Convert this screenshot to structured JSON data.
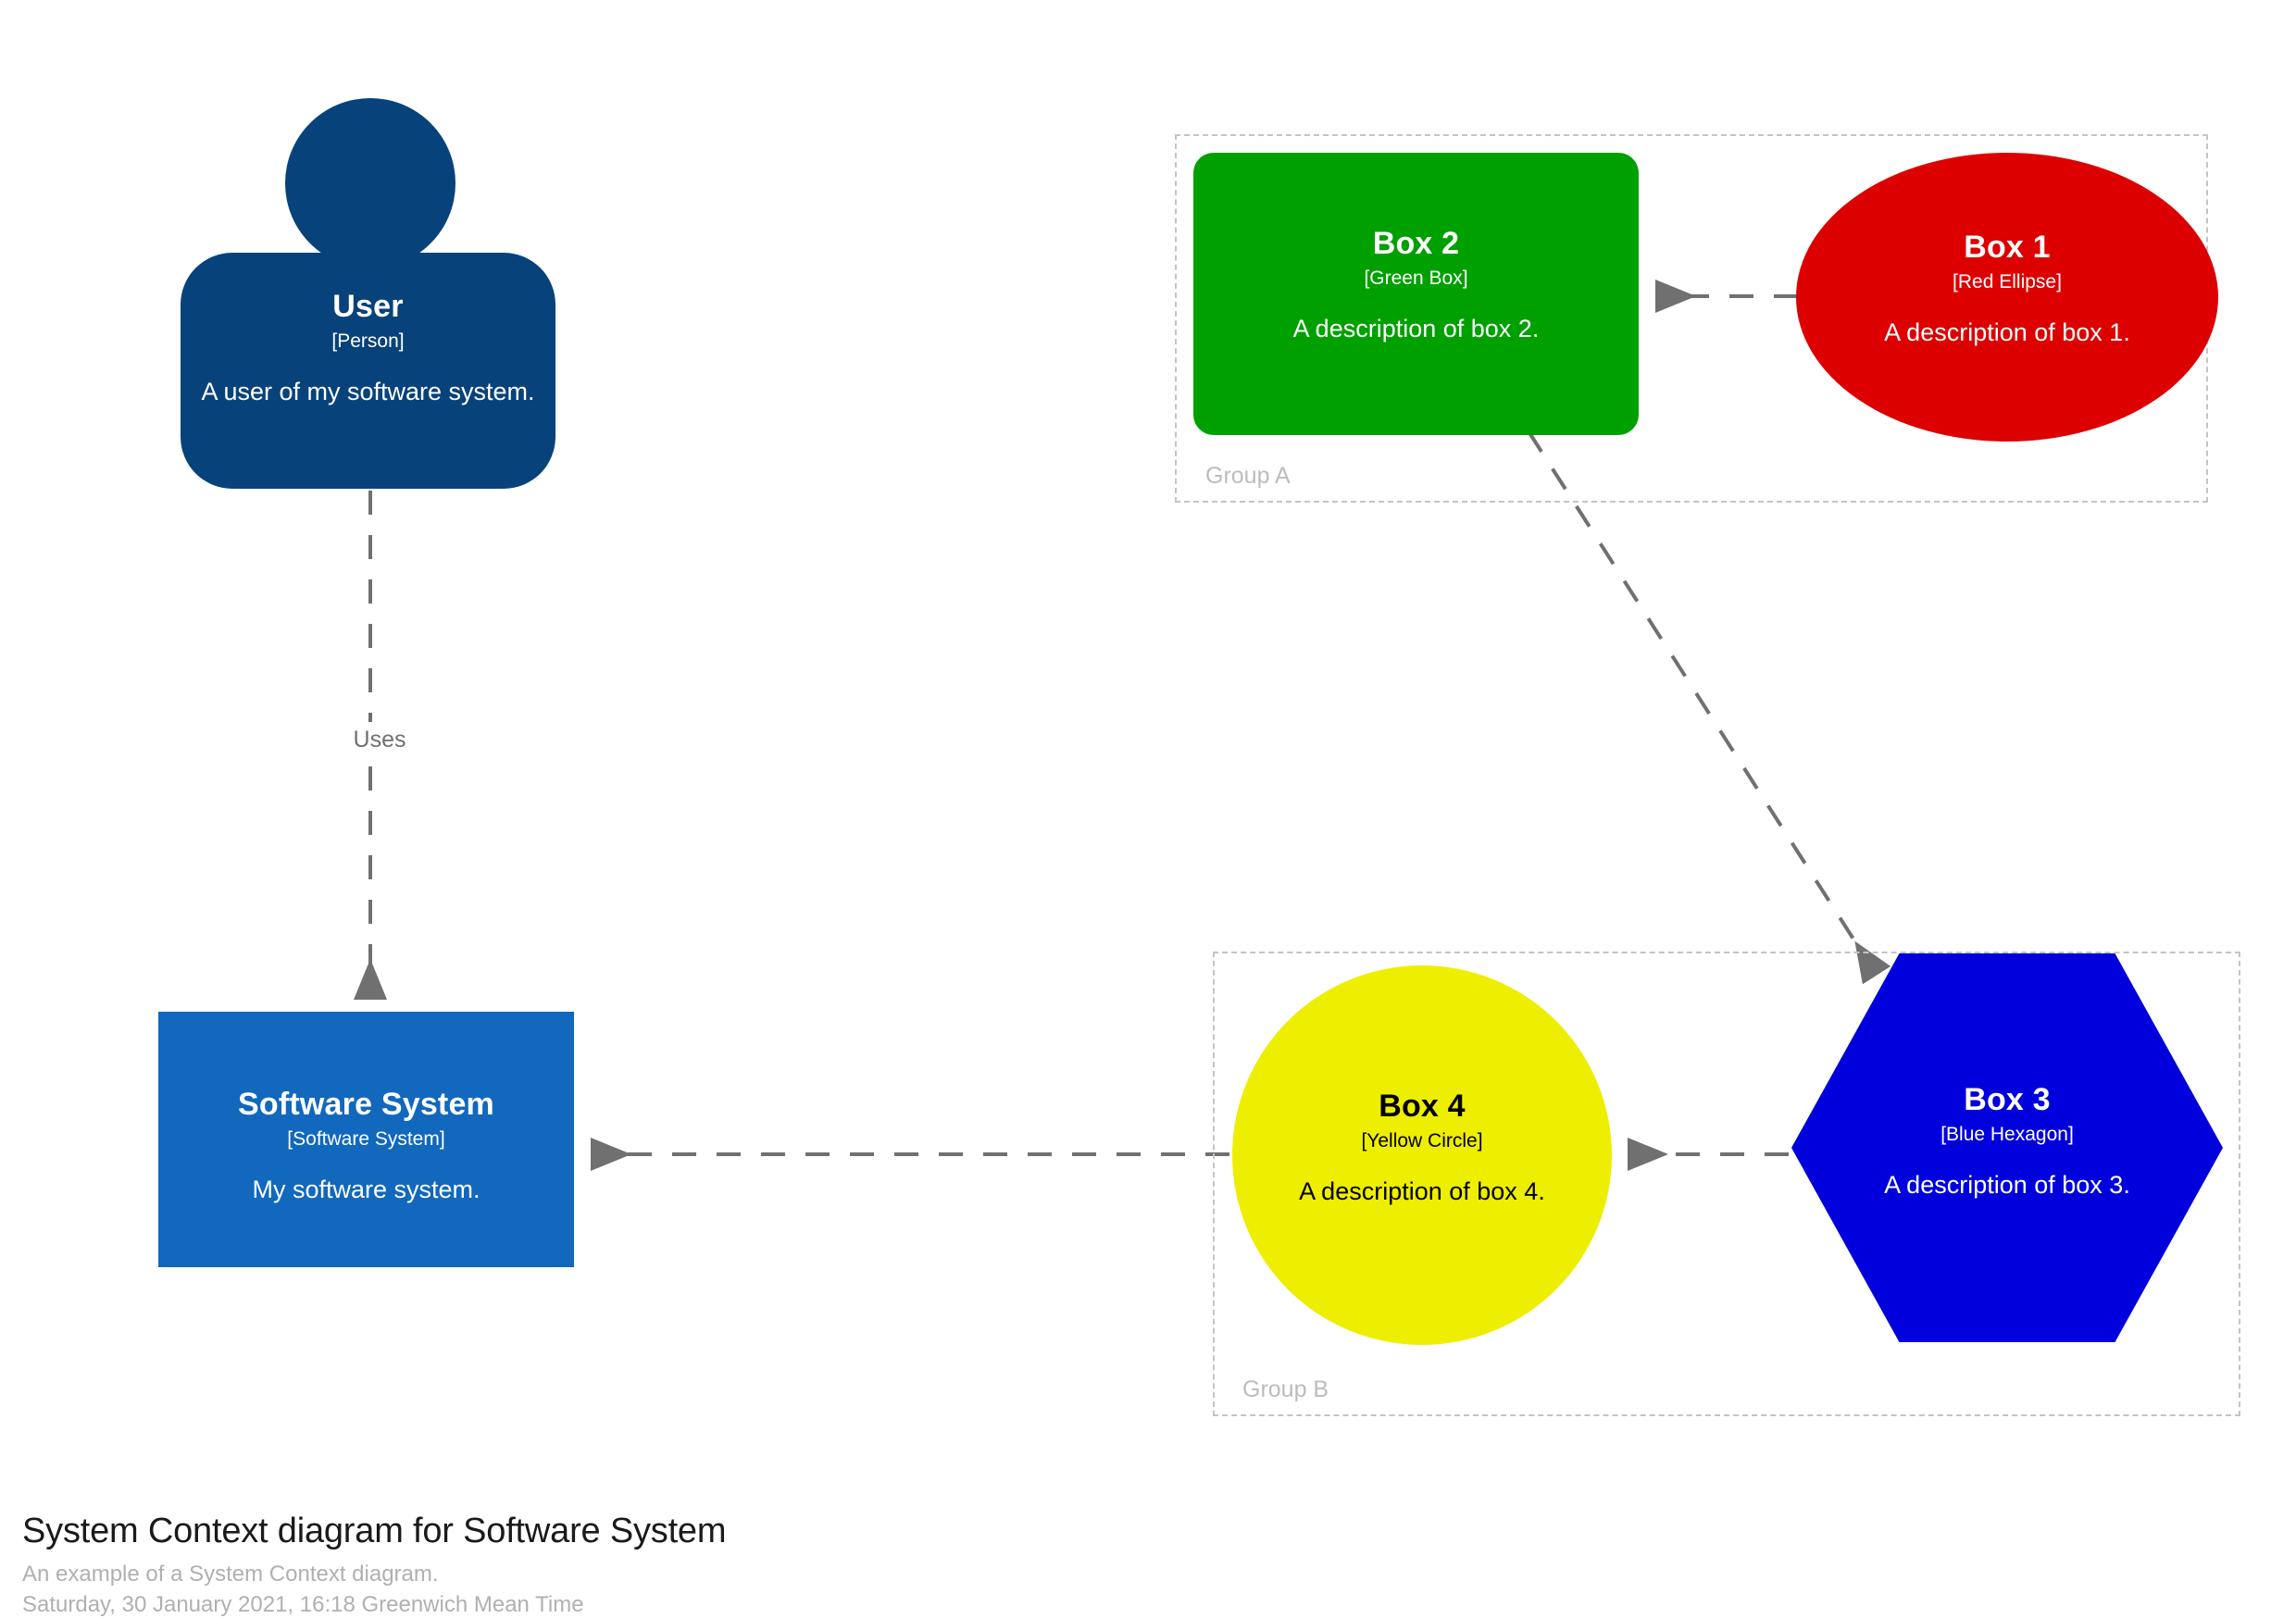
{
  "diagram": {
    "kind": "c4-system-context",
    "background": "#ffffff",
    "edge_color": "#707070",
    "boundary_color": "#c4c4c4"
  },
  "nodes": {
    "user": {
      "name": "User",
      "technology": "[Person]",
      "description": "A user of my software system.",
      "shape": "person",
      "fill": "#08427B",
      "text_color": "#FFFFFF"
    },
    "software_system": {
      "name": "Software System",
      "technology": "[Software System]",
      "description": "My software system.",
      "shape": "box",
      "fill": "#1168BD",
      "text_color": "#FFFFFF"
    },
    "box1": {
      "name": "Box 1",
      "technology": "[Red Ellipse]",
      "description": "A description of box 1.",
      "shape": "ellipse",
      "fill": "#DD0000",
      "text_color": "#FFFFFF"
    },
    "box2": {
      "name": "Box 2",
      "technology": "[Green Box]",
      "description": "A description of box 2.",
      "shape": "rounded-box",
      "fill": "#00A000",
      "text_color": "#FFFFFF"
    },
    "box3": {
      "name": "Box 3",
      "technology": "[Blue Hexagon]",
      "description": "A description of box 3.",
      "shape": "hexagon",
      "fill": "#0000DD",
      "text_color": "#FFFFFF"
    },
    "box4": {
      "name": "Box 4",
      "technology": "[Yellow Circle]",
      "description": "A description of box 4.",
      "shape": "circle",
      "fill": "#EEEE00",
      "text_color": "#000000"
    }
  },
  "groups": {
    "group_a": {
      "label": "Group A"
    },
    "group_b": {
      "label": "Group B"
    }
  },
  "edges": {
    "user_to_software_system": {
      "label": "Uses",
      "from": "user",
      "to": "software_system",
      "style": "dashed"
    },
    "box1_to_box2": {
      "label": "",
      "from": "box1",
      "to": "box2",
      "style": "dashed"
    },
    "box2_to_box3": {
      "label": "",
      "from": "box2",
      "to": "box3",
      "style": "dashed"
    },
    "box3_to_box4": {
      "label": "",
      "from": "box3",
      "to": "box4",
      "style": "dashed"
    },
    "box4_to_software_system": {
      "label": "",
      "from": "box4",
      "to": "software_system",
      "style": "dashed"
    }
  },
  "caption": {
    "title": "System Context diagram for Software System",
    "subtitle": "An example of a System Context diagram.",
    "timestamp": "Saturday, 30 January 2021, 16:18 Greenwich Mean Time"
  }
}
